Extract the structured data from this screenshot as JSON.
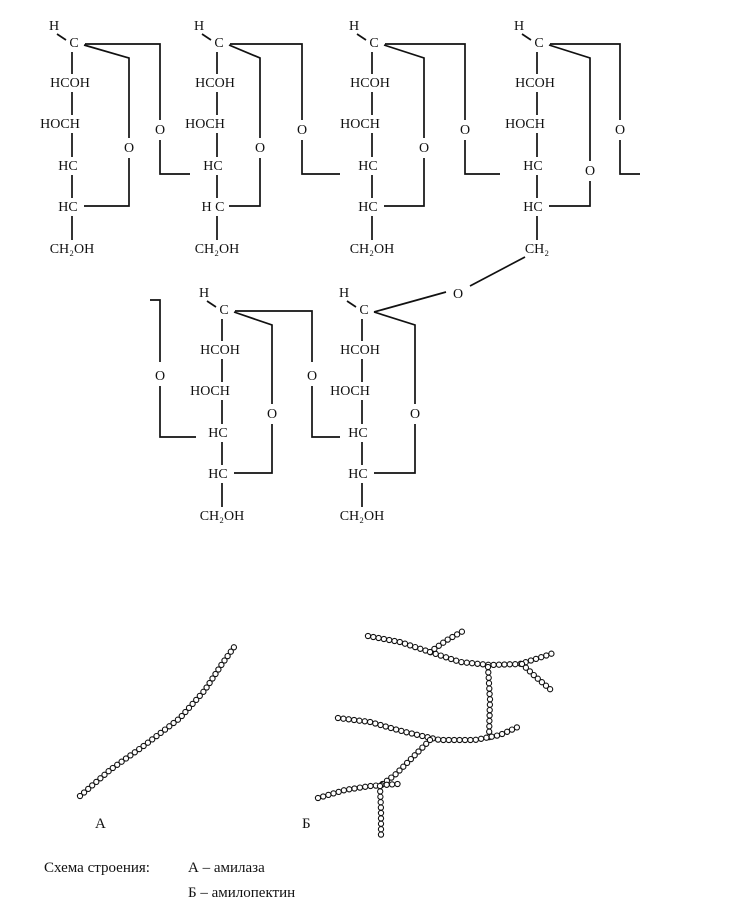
{
  "formula": {
    "atoms": {
      "h": "H",
      "c": "C",
      "hcoh": "HCOH",
      "hoch": "HOCH",
      "hc": "HC",
      "hc_italic": "H C",
      "ch2oh": "CH₂OH",
      "ch2": "CH₂",
      "o": "O"
    }
  },
  "scheme": {
    "label_a": "А",
    "label_b": "Б",
    "caption_title": "Схема строения:",
    "caption_a": "А – амилаза",
    "caption_b": "Б – амилопектин"
  },
  "colors": {
    "ink": "#111111",
    "paper": "#ffffff"
  }
}
